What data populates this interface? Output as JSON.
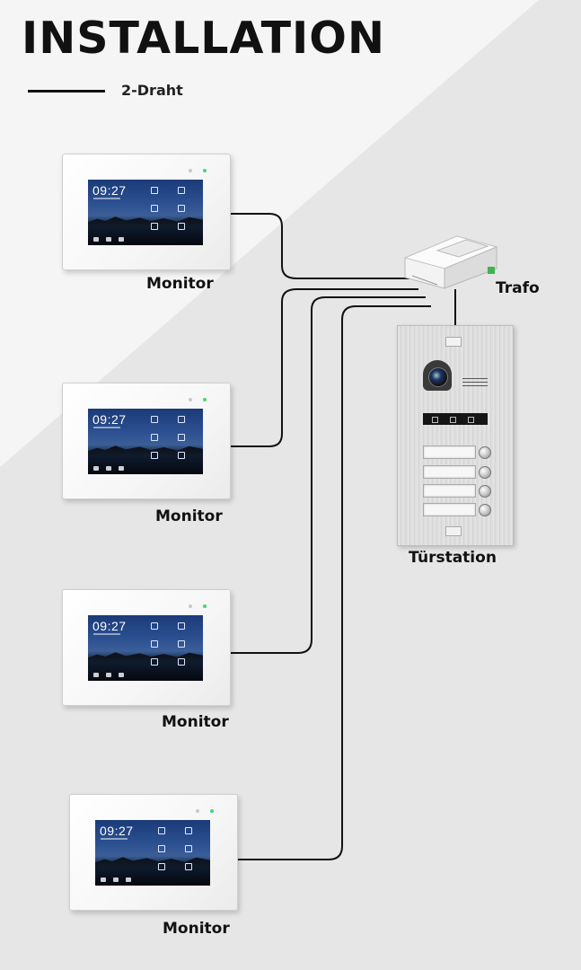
{
  "title": "INSTALLATION",
  "legend": {
    "label": "2-Draht"
  },
  "monitors": [
    {
      "label": "Monitor",
      "clock": "09:27"
    },
    {
      "label": "Monitor",
      "clock": "09:27"
    },
    {
      "label": "Monitor",
      "clock": "09:27"
    },
    {
      "label": "Monitor",
      "clock": "09:27"
    }
  ],
  "trafo": {
    "label": "Trafo"
  },
  "door_station": {
    "label": "Türstation",
    "call_buttons": 4
  },
  "colors": {
    "wire": "#111111",
    "background_light": "#f4f4f4",
    "background_dark": "#e4e4e4",
    "led": "#42d86a"
  }
}
